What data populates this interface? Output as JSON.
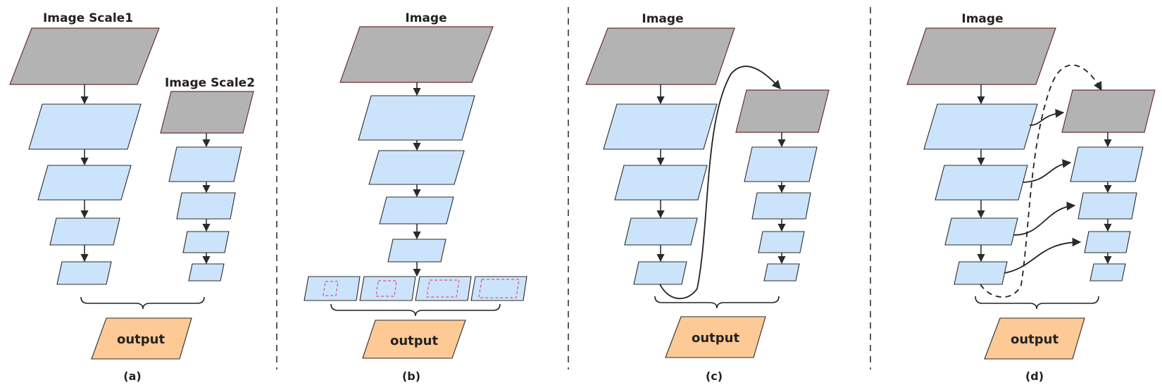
{
  "panels": {
    "a": {
      "caption": "(a)",
      "label_scale1": "Image Scale1",
      "label_scale2": "Image Scale2",
      "output_label": "output"
    },
    "b": {
      "caption": "(b)",
      "image_label": "Image",
      "output_label": "output"
    },
    "c": {
      "caption": "(c)",
      "image_label": "Image",
      "output_label": "output"
    },
    "d": {
      "caption": "(d)",
      "image_label": "Image",
      "output_label": "output"
    }
  },
  "colors": {
    "input_image": "#b3b3b3",
    "feature_map": "#cce4fb",
    "output": "#fdc995",
    "region": "#e05070"
  }
}
